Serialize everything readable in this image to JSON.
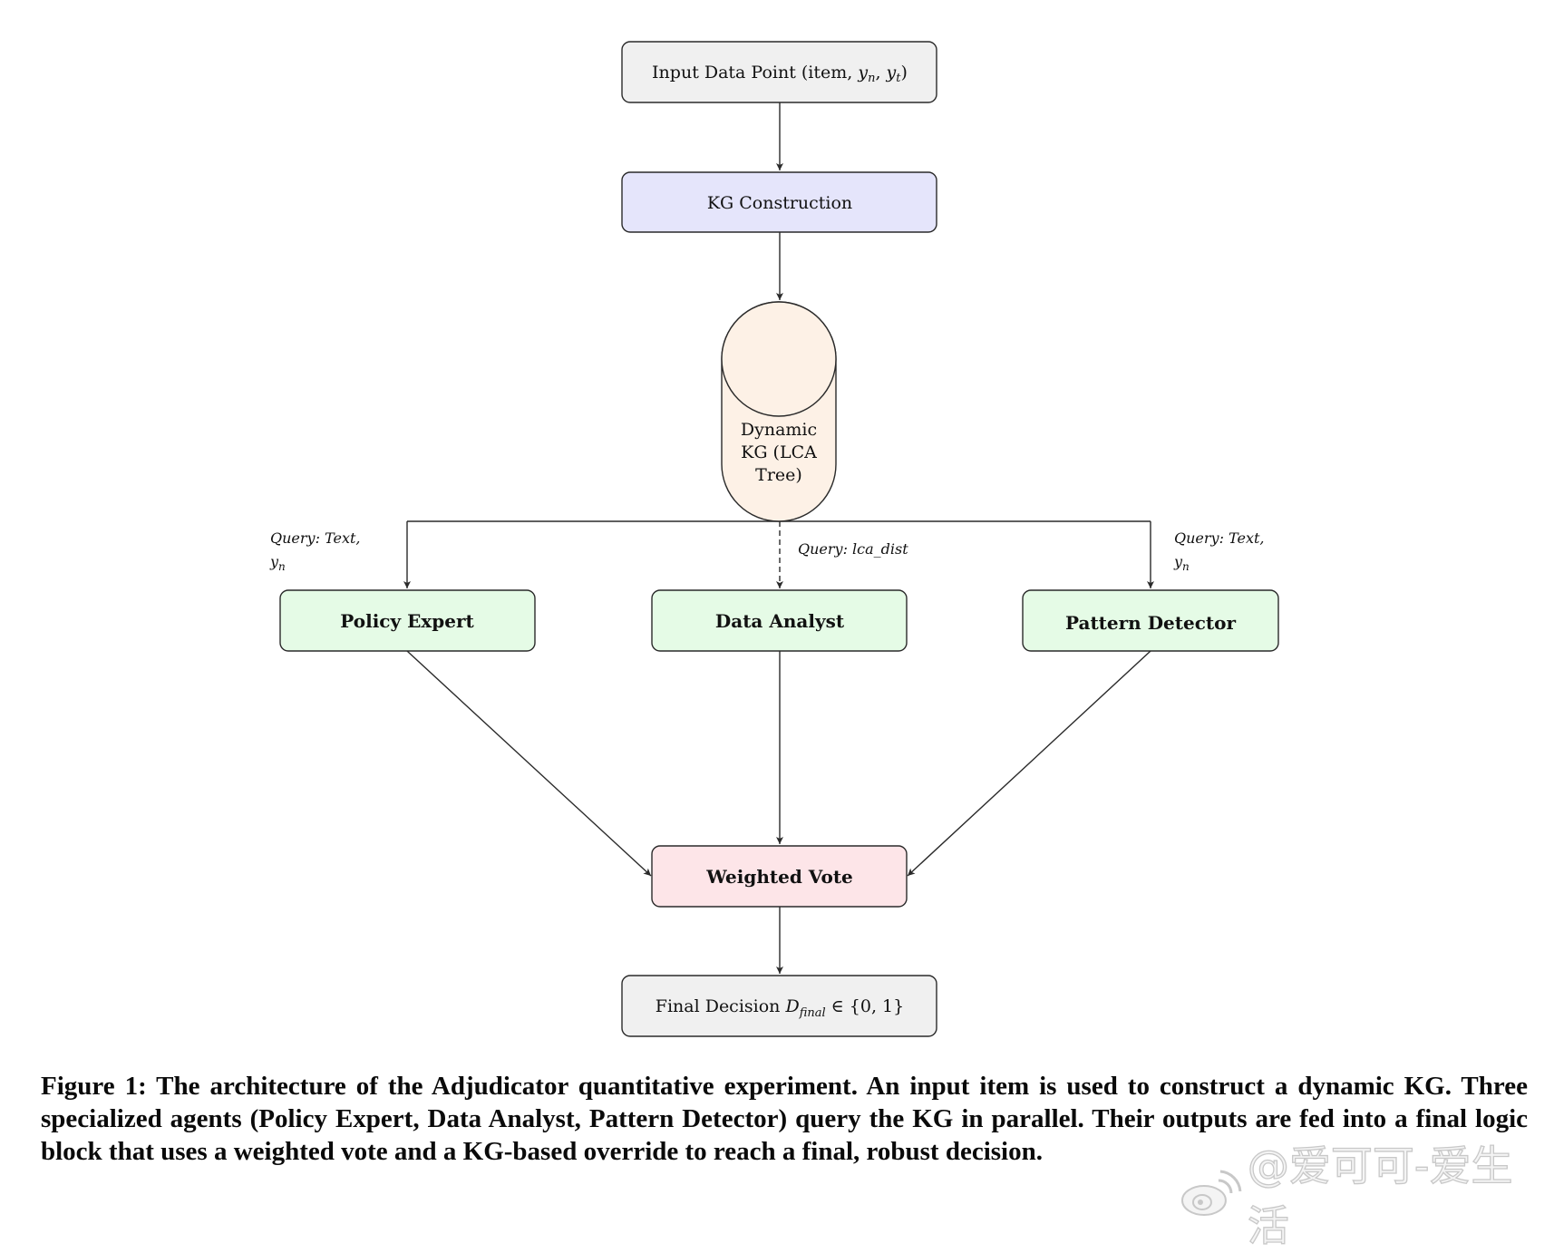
{
  "figure": {
    "nodes": [
      {
        "id": "input",
        "label": "Input Data Point (item, ",
        "math": [
          "y",
          "n",
          ", ",
          "y",
          "t",
          ")"
        ],
        "shape": "rounded-rect",
        "fill": "#f0f0f0",
        "bold": false
      },
      {
        "id": "kg_construction",
        "label": "KG Construction",
        "shape": "rounded-rect",
        "fill": "#e5e5fb",
        "bold": false
      },
      {
        "id": "dynamic_kg",
        "label_lines": [
          "Dynamic",
          "KG (LCA",
          "Tree)"
        ],
        "shape": "cylinder",
        "fill": "#fdf1e6",
        "bold": false
      },
      {
        "id": "policy_expert",
        "label": "Policy Expert",
        "shape": "rounded-rect",
        "fill": "#e5fbe6",
        "bold": true
      },
      {
        "id": "data_analyst",
        "label": "Data Analyst",
        "shape": "rounded-rect",
        "fill": "#e5fbe6",
        "bold": true
      },
      {
        "id": "pattern_detector",
        "label": "Pattern Detector",
        "shape": "rounded-rect",
        "fill": "#e5fbe6",
        "bold": true
      },
      {
        "id": "weighted_vote",
        "label": "Weighted Vote",
        "shape": "rounded-rect",
        "fill": "#fde5e8",
        "bold": true
      },
      {
        "id": "final_decision",
        "label": "Final Decision ",
        "math_label": "D",
        "math_sub": "final",
        "math_tail": " ∈ {0, 1}",
        "shape": "rounded-rect",
        "fill": "#f0f0f0",
        "bold": false
      }
    ],
    "edges": [
      {
        "from": "input",
        "to": "kg_construction",
        "style": "solid"
      },
      {
        "from": "kg_construction",
        "to": "dynamic_kg",
        "style": "solid"
      },
      {
        "from": "dynamic_kg",
        "to": "policy_expert",
        "style": "solid",
        "label_lines": [
          "Query:  Text,",
          "y_n"
        ]
      },
      {
        "from": "dynamic_kg",
        "to": "data_analyst",
        "style": "dashed",
        "label": "Query:  lca_dist"
      },
      {
        "from": "dynamic_kg",
        "to": "pattern_detector",
        "style": "solid",
        "label_lines": [
          "Query:  Text,",
          "y_n"
        ]
      },
      {
        "from": "policy_expert",
        "to": "weighted_vote",
        "style": "solid"
      },
      {
        "from": "data_analyst",
        "to": "weighted_vote",
        "style": "solid"
      },
      {
        "from": "pattern_detector",
        "to": "weighted_vote",
        "style": "solid"
      },
      {
        "from": "weighted_vote",
        "to": "final_decision",
        "style": "solid"
      }
    ],
    "labels": {
      "input_prefix": "Input Data Point (item, ",
      "kg_construction": "KG Construction",
      "dynamic_kg_1": "Dynamic",
      "dynamic_kg_2": "KG (LCA",
      "dynamic_kg_3": "Tree)",
      "policy_expert": "Policy Expert",
      "data_analyst": "Data Analyst",
      "pattern_detector": "Pattern Detector",
      "weighted_vote": "Weighted Vote",
      "final_prefix": "Final Decision ",
      "final_D": "D",
      "final_sub": "final",
      "final_tail": " ∈ {0, 1}",
      "query_left_1": "Query:  Text,",
      "query_right_1": "Query:  Text,",
      "query_y": "y",
      "query_n": "n",
      "query_mid": "Query:  lca_dist"
    },
    "colors": {
      "input_fill": "#f0f0f0",
      "kg_fill": "#e5e5fb",
      "cylinder_fill": "#fdf1e6",
      "agent_fill": "#e5fbe6",
      "vote_fill": "#fde5e8",
      "final_fill": "#f0f0f0",
      "stroke": "#2a2a2a"
    }
  },
  "caption": "Figure 1: The architecture of the Adjudicator quantitative experiment. An input item is used to construct a dynamic KG. Three specialized agents (Policy Expert, Data Analyst, Pattern Detector) query the KG in parallel. Their outputs are fed into a final logic block that uses a weighted vote and a KG-based override to reach a final, robust decision.",
  "watermark": "@爱可可-爱生活"
}
